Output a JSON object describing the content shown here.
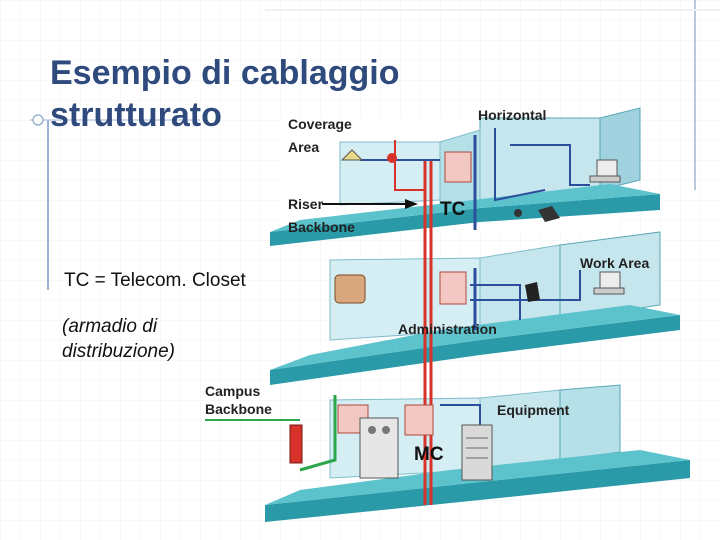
{
  "slide": {
    "title_line1": "Esempio di cablaggio",
    "title_line2": "strutturato",
    "definition": "TC = Telecom. Closet",
    "note": "(armadio di distribuzione)"
  },
  "diagram": {
    "labels": {
      "coverage_line1": "Coverage",
      "coverage_line2": "Area",
      "horizontal": "Horizontal",
      "riser_line1": "Riser",
      "riser_line2": "Backbone",
      "tc": "TC",
      "work_area": "Work Area",
      "administration": "Administration",
      "campus_line1": "Campus",
      "campus_line2": "Backbone",
      "equipment": "Equipment",
      "mc": "MC"
    },
    "colors": {
      "floor": "#2a9aa8",
      "wall": "#c6e6ee",
      "red_cable": "#d8332a",
      "blue_cable": "#2d4e9c"
    }
  }
}
